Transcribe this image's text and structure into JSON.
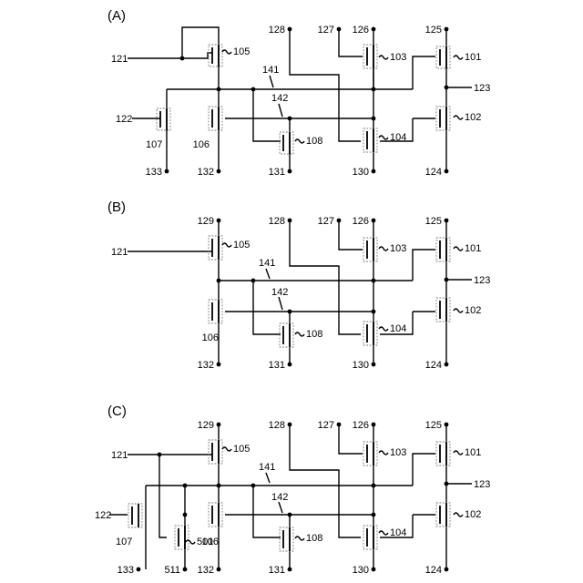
{
  "panels": [
    {
      "id": "A",
      "label": "(A)"
    },
    {
      "id": "B",
      "label": "(B)"
    },
    {
      "id": "C",
      "label": "(C)"
    }
  ],
  "labels": {
    "t101": "101",
    "t102": "102",
    "t103": "103",
    "t104": "104",
    "t105": "105",
    "t106": "106",
    "t107": "107",
    "t108": "108",
    "t501": "501",
    "w121": "121",
    "w122": "122",
    "w123": "123",
    "w124": "124",
    "w125": "125",
    "w126": "126",
    "w127": "127",
    "w128": "128",
    "w129": "129",
    "w130": "130",
    "w131": "131",
    "w132": "132",
    "w133": "133",
    "w141": "141",
    "w142": "142",
    "w511": "511"
  }
}
